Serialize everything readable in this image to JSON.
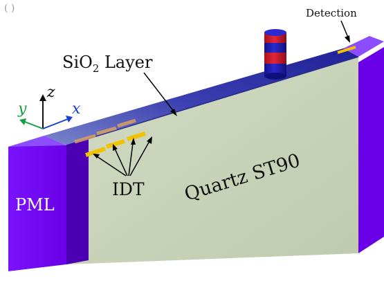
{
  "corner_mark": "( )",
  "labels": {
    "detection": "Detection",
    "sio2_prefix": "SiO",
    "sio2_subscript": "2",
    "sio2_suffix": " Layer",
    "quartz": "Quartz ST90",
    "idt": "IDT",
    "pml": "PML"
  },
  "axes": {
    "x": "x",
    "y": "y",
    "z": "z"
  },
  "colors": {
    "pml": "#6a00e6",
    "pml_dark": "#4b00b3",
    "pml_top": "#8c4dff",
    "quartz_face": "#c9d4b8",
    "sio2_top": "#2f2fa8",
    "electrode": "#f2c200",
    "electrode_faded": "#d8a060",
    "cylinder_red": "#d01a2a",
    "cylinder_blue": "#1c1cb0",
    "axis_x": "#1a3fd0",
    "axis_y": "#12a040",
    "axis_z": "#111111"
  }
}
